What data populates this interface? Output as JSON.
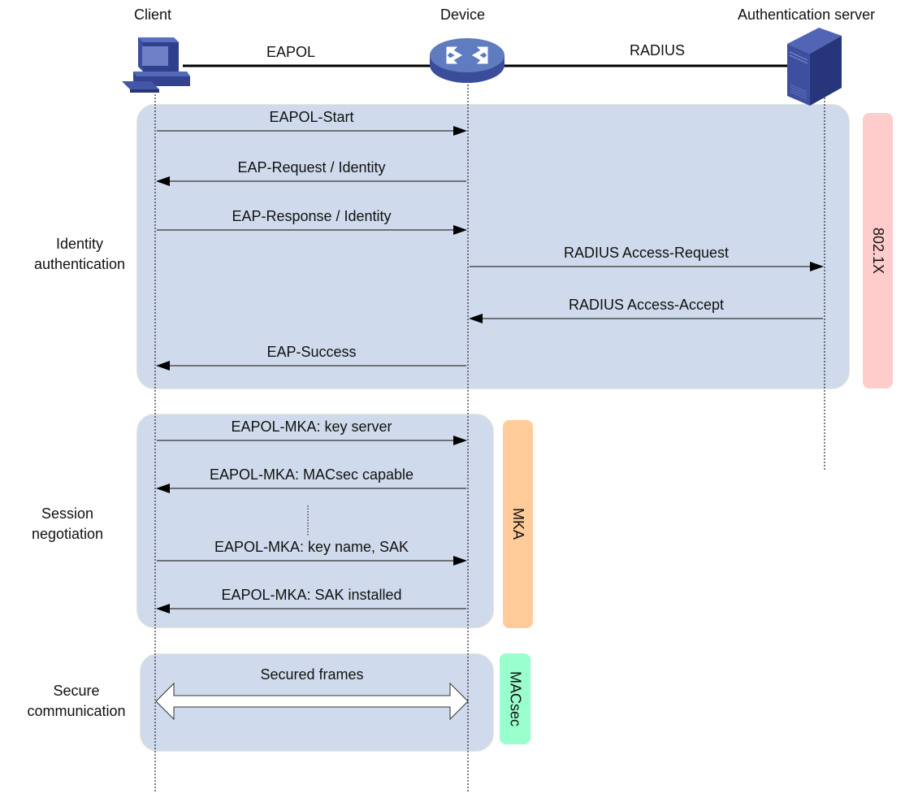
{
  "entities": {
    "client": "Client",
    "device": "Device",
    "server": "Authentication server"
  },
  "links": {
    "client_device": "EAPOL",
    "device_server": "RADIUS"
  },
  "phases": [
    {
      "label_line1": "Identity",
      "label_line2": "authentication"
    },
    {
      "label_line1": "Session",
      "label_line2": "negotiation"
    },
    {
      "label_line1": "Secure",
      "label_line2": "communication"
    }
  ],
  "tags": {
    "dot1x": {
      "label": "802.1X",
      "color": "#ffcccc"
    },
    "mka": {
      "label": "MKA",
      "color": "#ffcc99"
    },
    "macsec": {
      "label": "MACsec",
      "color": "#99ffcc"
    }
  },
  "messages": [
    {
      "label": "EAPOL-Start",
      "from": "client",
      "to": "device"
    },
    {
      "label": "EAP-Request / Identity",
      "from": "device",
      "to": "client"
    },
    {
      "label": "EAP-Response / Identity",
      "from": "client",
      "to": "device"
    },
    {
      "label": "RADIUS Access-Request",
      "from": "device",
      "to": "server"
    },
    {
      "label": "RADIUS Access-Accept",
      "from": "server",
      "to": "device"
    },
    {
      "label": "EAP-Success",
      "from": "device",
      "to": "client"
    },
    {
      "label": "EAPOL-MKA: key server",
      "from": "client",
      "to": "device"
    },
    {
      "label": "EAPOL-MKA: MACsec capable",
      "from": "device",
      "to": "client"
    },
    {
      "label": "EAPOL-MKA: key name, SAK",
      "from": "client",
      "to": "device"
    },
    {
      "label": "EAPOL-MKA: SAK installed",
      "from": "device",
      "to": "client"
    }
  ],
  "secured": {
    "label": "Secured frames"
  },
  "colors": {
    "panel": "#cfdbec",
    "icon_blue": "#3d4f9e",
    "icon_dark": "#27357a"
  }
}
